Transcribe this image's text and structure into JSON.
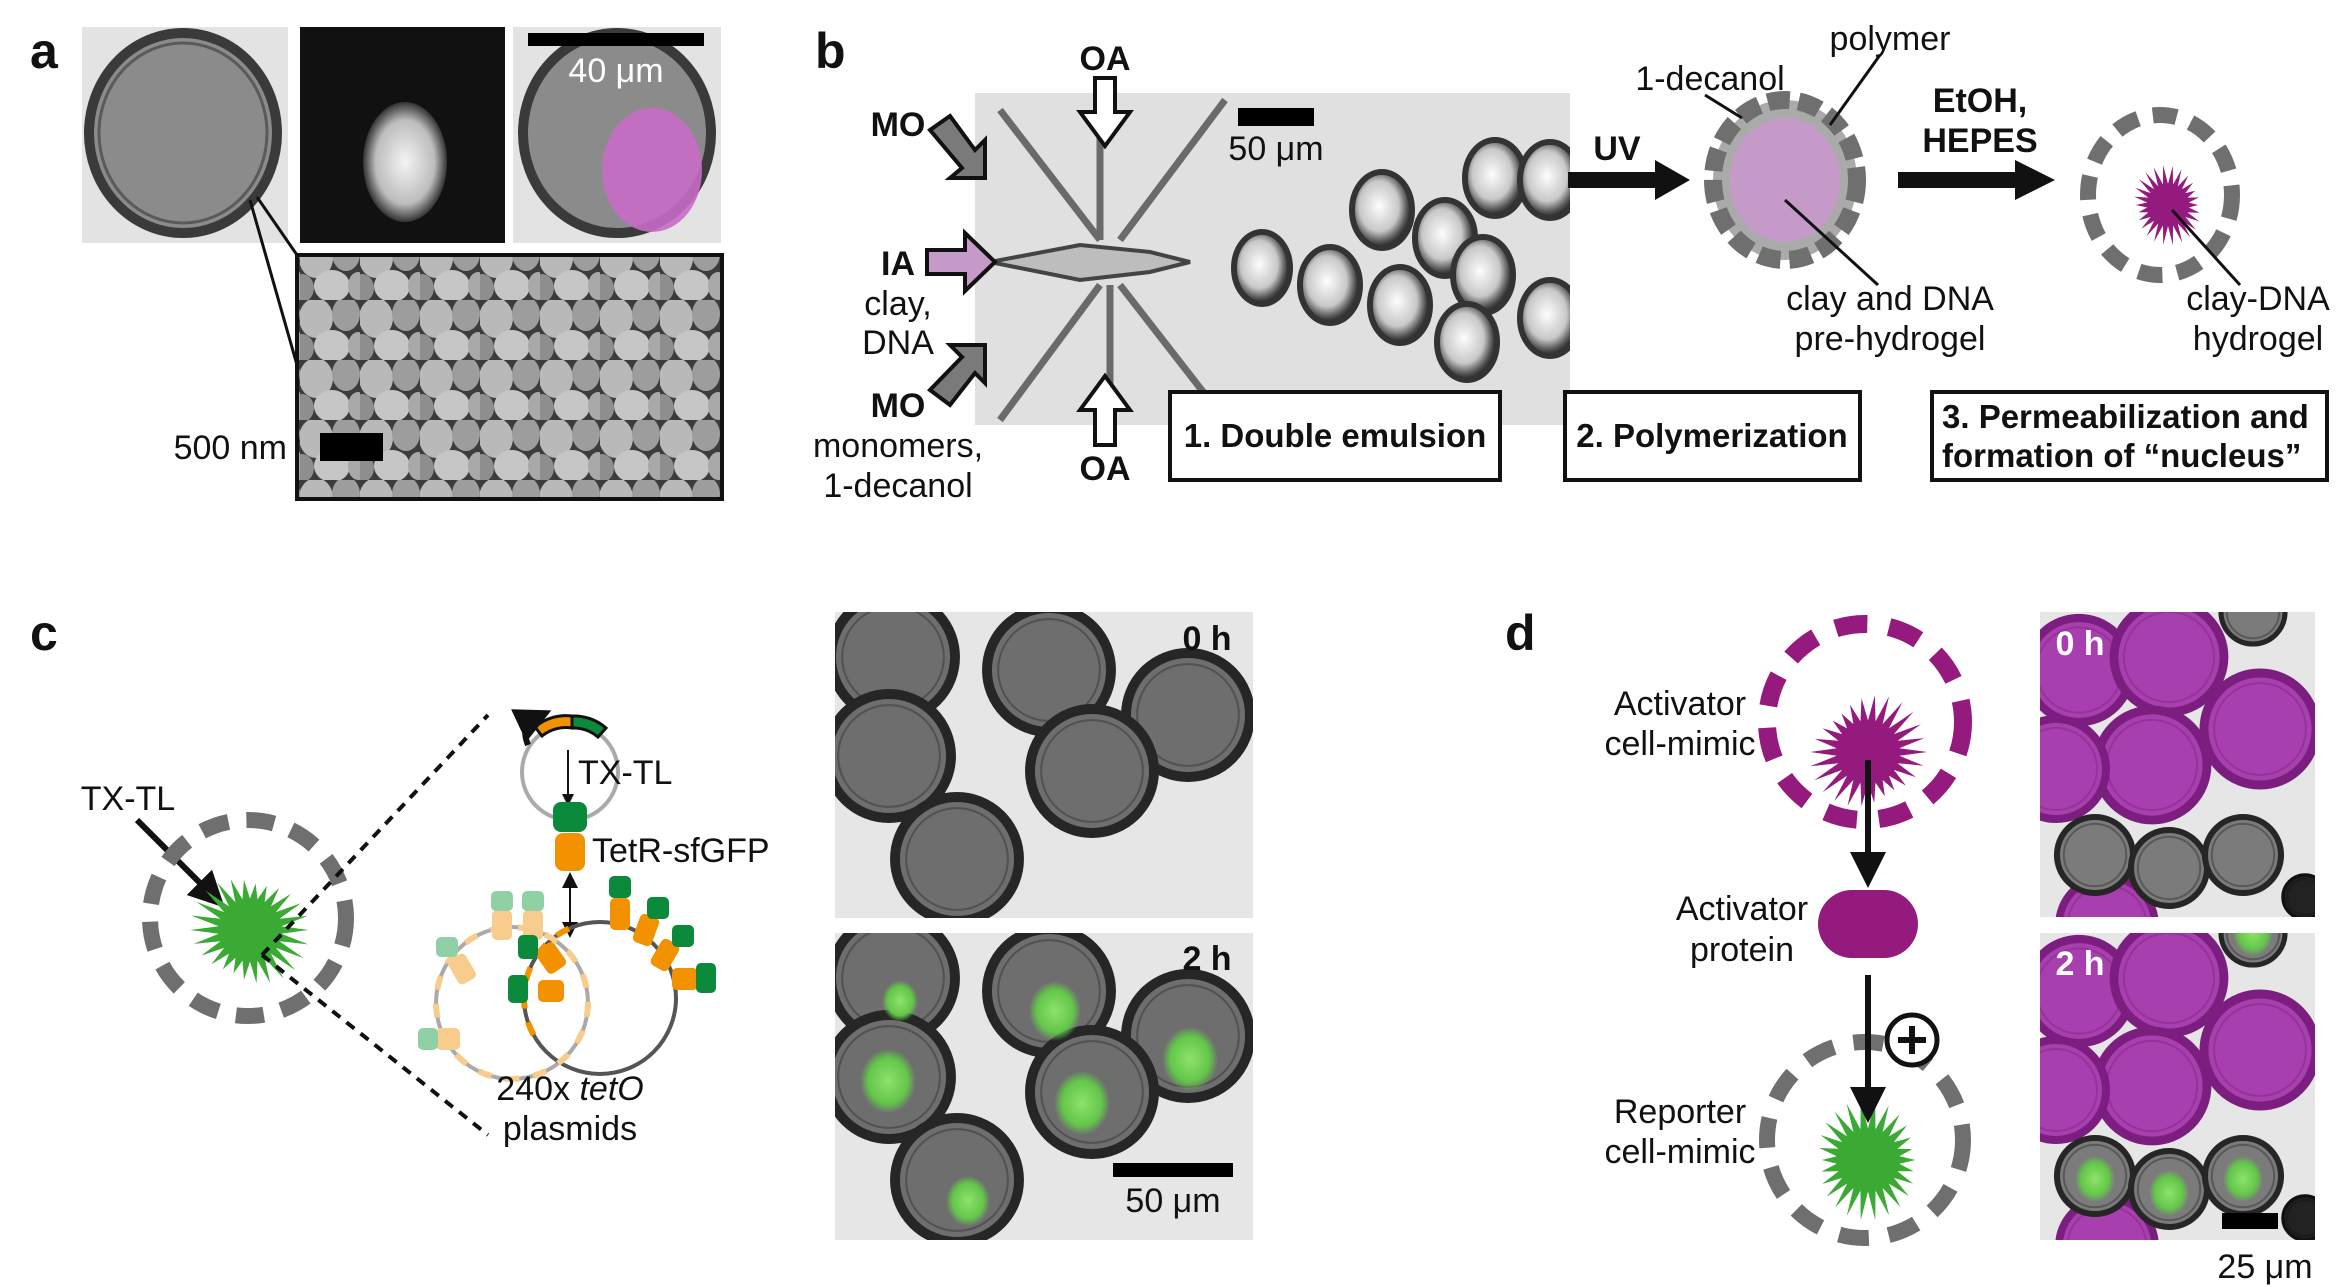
{
  "panels": {
    "a": "a",
    "b": "b",
    "c": "c",
    "d": "d"
  },
  "panel_a": {
    "scale_bar_top": "40 μm",
    "scale_bar_sem": "500 nm"
  },
  "panel_b": {
    "mo_top": "MO",
    "oa_top": "OA",
    "ia": "IA",
    "ia_desc": [
      "clay,",
      "DNA"
    ],
    "mo_bottom": "MO",
    "mo_desc": [
      "monomers,",
      "1-decanol"
    ],
    "oa_bottom": "OA",
    "scale_bar": "50 μm",
    "uv": "UV",
    "decanol": "1-decanol",
    "polymer": "polymer",
    "prehydrogel": [
      "clay and DNA",
      "pre-hydrogel"
    ],
    "treatment": [
      "EtOH,",
      "HEPES"
    ],
    "hydrogel": [
      "clay-DNA",
      "hydrogel"
    ],
    "steps": [
      "1. Double emulsion",
      "2. Polymerization",
      "3. Permeabilization and",
      "formation of “nucleus”"
    ]
  },
  "panel_c": {
    "txtl_left": "TX-TL",
    "txtl_plasmid": "TX-TL",
    "protein": "TetR-sfGFP",
    "plasmid_count": "240x ",
    "plasmid_name": "tetO",
    "plasmid_word": "plasmids",
    "time_0": "0 h",
    "time_2": "2 h",
    "scale_bar": "50 μm"
  },
  "panel_d": {
    "activator_mimic": [
      "Activator",
      "cell-mimic"
    ],
    "activator_protein": [
      "Activator",
      "protein"
    ],
    "reporter_mimic": [
      "Reporter",
      "cell-mimic"
    ],
    "time_0": "0 h",
    "time_2": "2 h",
    "scale_bar": "25 μm"
  },
  "colors": {
    "magenta": "#941a7e",
    "lilac": "#c69ac8",
    "green": "#3aaa35",
    "dark_green": "#0b8a3c",
    "orange": "#f39200",
    "gray": "#6f6f6f"
  }
}
